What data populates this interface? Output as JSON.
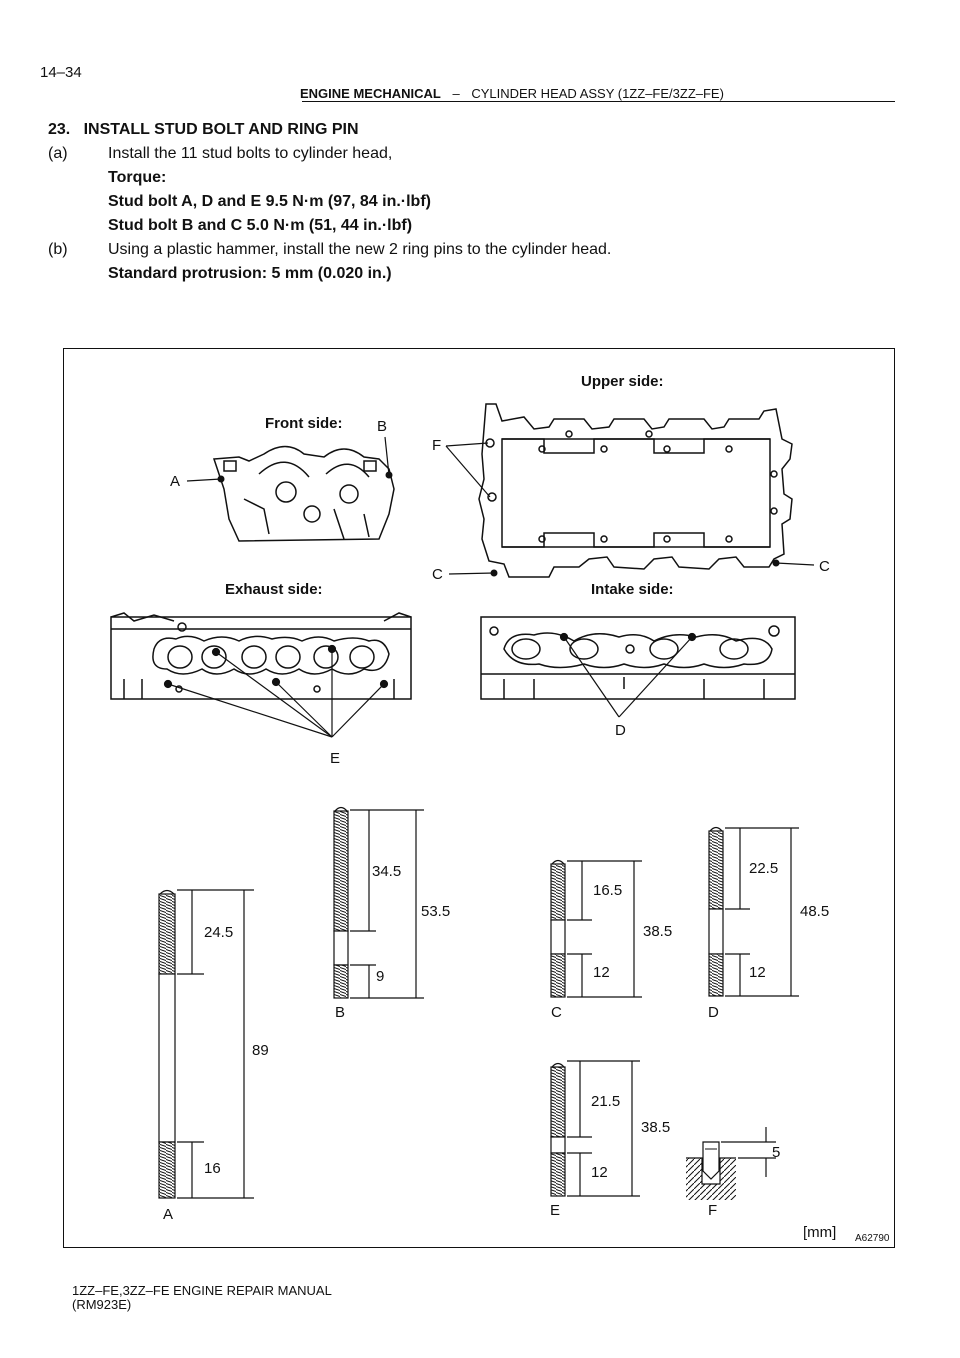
{
  "header": {
    "page_number": "14–34",
    "section": "ENGINE MECHANICAL",
    "separator": "–",
    "subsection": "CYLINDER HEAD ASSY (1ZZ–FE/3ZZ–FE)"
  },
  "step": {
    "title": "23.   INSTALL STUD BOLT AND RING PIN",
    "a_marker": "(a)",
    "a_text": "Install the 11 stud bolts to cylinder head,",
    "torque_label": "Torque:",
    "torque_line1": "Stud bolt A, D and E 9.5 N·m (97, 84 in.·lbf)",
    "torque_line2": "Stud bolt B and C 5.0 N·m (51, 44 in.·lbf)",
    "b_marker": "(b)",
    "b_text": "Using a plastic hammer, install the new 2 ring pins to the cylinder head.",
    "protrusion": "Standard protrusion: 5 mm (0.020 in.)"
  },
  "figure": {
    "views": {
      "front": "Front side:",
      "upper": "Upper side:",
      "exhaust": "Exhaust side:",
      "intake": "Intake side:"
    },
    "callouts": {
      "A": "A",
      "B": "B",
      "C": "C",
      "D": "D",
      "E": "E",
      "F": "F"
    },
    "bolts": {
      "A": {
        "label": "A",
        "thread_top": "24.5",
        "thread_bottom": "16",
        "total": "89"
      },
      "B": {
        "label": "B",
        "thread_top": "34.5",
        "thread_bottom": "9",
        "total": "53.5"
      },
      "C": {
        "label": "C",
        "thread_top": "16.5",
        "thread_bottom": "12",
        "total": "38.5"
      },
      "D": {
        "label": "D",
        "thread_top": "22.5",
        "thread_bottom": "12",
        "total": "48.5"
      },
      "E": {
        "label": "E",
        "thread_top": "21.5",
        "thread_bottom": "12",
        "total": "38.5"
      },
      "F": {
        "label": "F",
        "protrusion": "5"
      }
    },
    "unit": "[mm]",
    "figure_id": "A62790"
  },
  "footer": {
    "manual": "1ZZ–FE,3ZZ–FE ENGINE REPAIR MANUAL",
    "code": "(RM923E)"
  }
}
